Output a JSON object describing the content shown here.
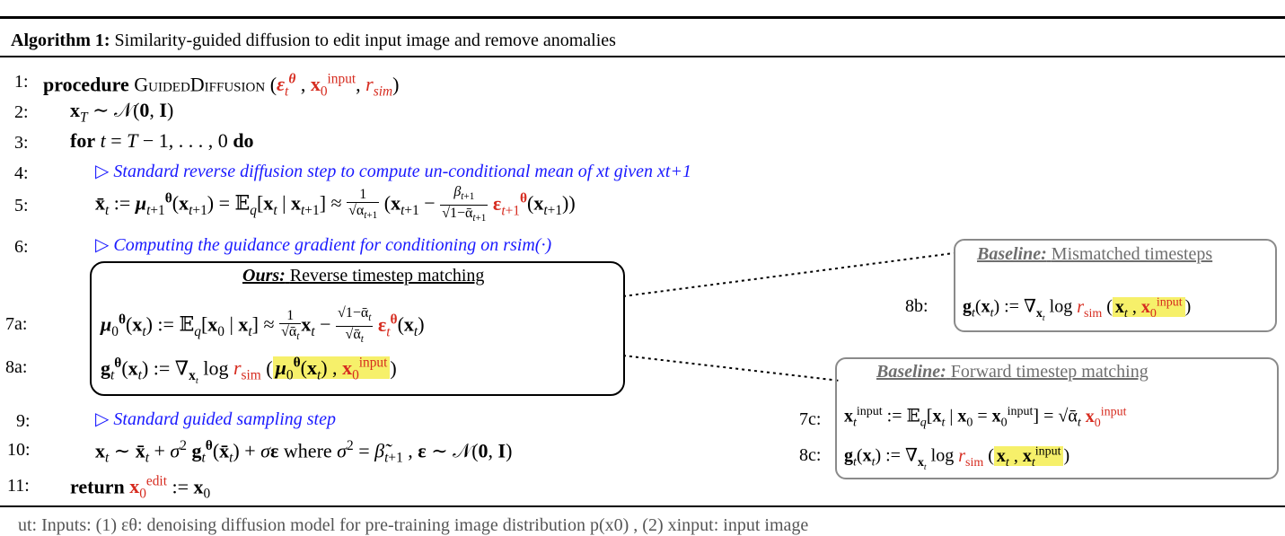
{
  "algorithm": {
    "label": "Algorithm 1:",
    "title": "Similarity-guided diffusion to edit input image and remove anomalies"
  },
  "lines": {
    "l1": {
      "num": "1:",
      "keyword": "procedure",
      "name": "GuidedDiffusion",
      "args": "(εθt , x0input, rsim)"
    },
    "l2": {
      "num": "2:",
      "text": "xT ∼ 𝒩(0, I)"
    },
    "l3": {
      "num": "3:",
      "text": "for t = T − 1, . . . , 0 do"
    },
    "l4": {
      "num": "4:",
      "comment": "▷ Standard reverse diffusion step to compute un-conditional mean of xt given xt+1"
    },
    "l5": {
      "num": "5:",
      "lhs": "x̄t := μθt+1(xt+1) = 𝔼q[xt | xt+1] ≈",
      "rhs": "(xt+1 − ",
      "rhs2": "εθt+1(xt+1))"
    },
    "l6": {
      "num": "6:",
      "comment": "▷ Computing the guidance gradient for conditioning on rsim(·)"
    },
    "l7a": {
      "num": "7a:",
      "text": "μθ0(xt) := 𝔼q[x0 | xt] ≈",
      "tail": "εθt(xt)"
    },
    "l8a": {
      "num": "8a:",
      "text": "gθt(xt) := ∇xt log",
      "hl": "μθ0(xt) , x0input"
    },
    "l9": {
      "num": "9:",
      "comment": "▷ Standard guided sampling step"
    },
    "l10": {
      "num": "10:",
      "text": "xt ∼ x̄t + σ2 gθt(x̄t) + σε where σ2 = β̃t+1 , ε ∼ 𝒩(0, I)"
    },
    "l11": {
      "num": "11:",
      "keyword": "return",
      "text": ":= x0"
    }
  },
  "ours": {
    "bold": "Ours:",
    "rest": "Reverse timestep matching"
  },
  "baseline_b": {
    "bold": "Baseline:",
    "rest": "Mismatched timesteps",
    "num": "8b:",
    "text": "gt(xt) := ∇xt log",
    "hl": "xt , x0input"
  },
  "baseline_c": {
    "bold": "Baseline:",
    "rest": "Forward timestep matching",
    "num7": "7c:",
    "text7": "xtinput := 𝔼q[xt | x0 = x0input] = √ᾱt",
    "num8": "8c:",
    "text8": "gt(xt) := ∇xt log",
    "hl": "xt , xtinput"
  },
  "caption_fragment": "ut: Inputs: (1) εθ: denoising diffusion model for pre-training image distribution p(x0) , (2) xinput: input image"
}
